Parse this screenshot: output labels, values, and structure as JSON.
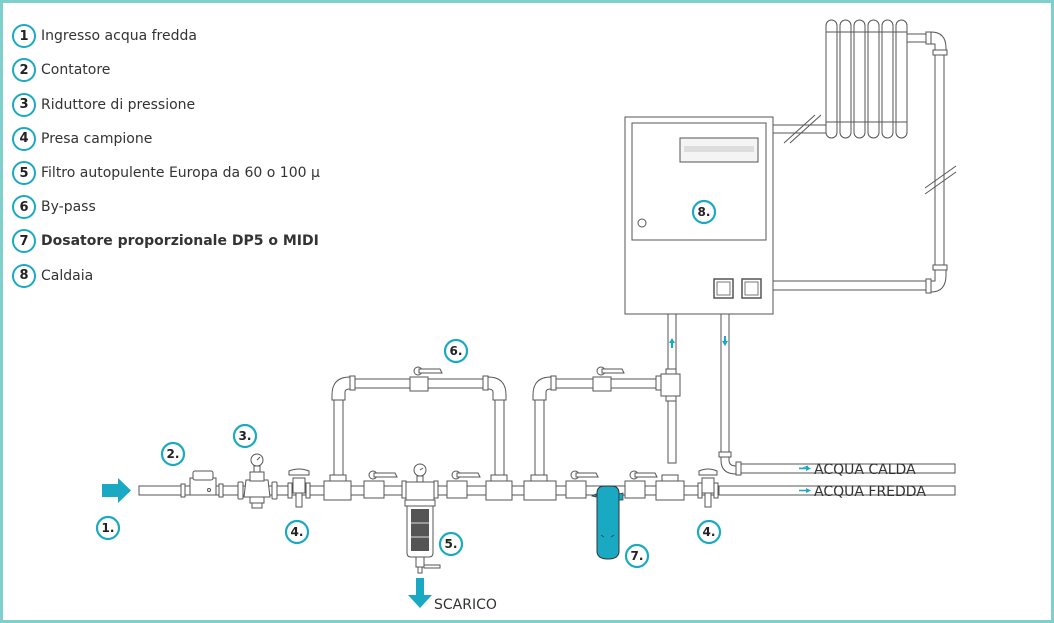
{
  "legend": {
    "items": [
      {
        "num": "1",
        "label": "Ingresso acqua fredda",
        "bold": false
      },
      {
        "num": "2",
        "label": "Contatore",
        "bold": false
      },
      {
        "num": "3",
        "label": "Riduttore di pressione",
        "bold": false
      },
      {
        "num": "4",
        "label": "Presa campione",
        "bold": false
      },
      {
        "num": "5",
        "label": "Filtro autopulente Europa da 60 o 100 µ",
        "bold": false
      },
      {
        "num": "6",
        "label": "By-pass",
        "bold": false
      },
      {
        "num": "7",
        "label": "Dosatore proporzionale DP5 o MIDI",
        "bold": true
      },
      {
        "num": "8",
        "label": "Caldaia",
        "bold": false
      }
    ]
  },
  "callouts": {
    "c1": "1.",
    "c2": "2.",
    "c3": "3.",
    "c4a": "4.",
    "c4b": "4.",
    "c5": "5.",
    "c6": "6.",
    "c7": "7.",
    "c8": "8."
  },
  "outlets": {
    "hot_water": "ACQUA CALDA",
    "cold_water": "ACQUA FREDDA",
    "drain": "SCARICO"
  },
  "colors": {
    "accent": "#1aa9c2",
    "border": "#7fd0cd",
    "line": "#555555"
  }
}
